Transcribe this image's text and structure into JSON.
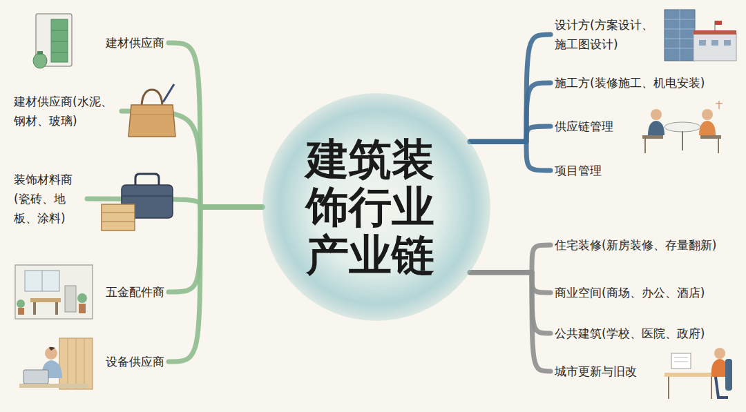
{
  "diagram": {
    "nodes": [
      {
        "text": [
          "建筑装饰行业产业链"
        ]
      },
      {
        "text": [
          "建材供应商"
        ]
      },
      {
        "text": [
          "建材供应商(水泥、钢材、玻璃)"
        ]
      },
      {
        "text": [
          "装饰材料商(瓷砖、地板、涂料)"
        ]
      },
      {
        "text": [
          "五金配件商"
        ]
      },
      {
        "text": [
          "设备供应商"
        ]
      },
      {
        "text": [
          "设计方(方案设计、施工图设计)"
        ]
      },
      {
        "text": [
          "施工方(装修施工、机电安装)"
        ]
      },
      {
        "text": [
          "供应链管理"
        ]
      },
      {
        "text": [
          "项目管理"
        ]
      },
      {
        "text": [
          "住宅装修(新房装修、存量翻新)"
        ]
      },
      {
        "text": [
          "商业空间(商场、办公、酒店)"
        ]
      },
      {
        "text": [
          "公共建筑(学校、医院、政府)"
        ]
      },
      {
        "text": [
          "城市更新与旧改"
        ]
      }
    ],
    "edges": [
      {
        "from": 0,
        "to": 1,
        "arrow": "none"
      },
      {
        "from": 0,
        "to": 2,
        "arrow": "none"
      },
      {
        "from": 0,
        "to": 3,
        "arrow": "none"
      },
      {
        "from": 0,
        "to": 4,
        "arrow": "none"
      },
      {
        "from": 0,
        "to": 5,
        "arrow": "none"
      },
      {
        "from": 0,
        "to": 6,
        "arrow": "none"
      },
      {
        "from": 0,
        "to": 7,
        "arrow": "none"
      },
      {
        "from": 0,
        "to": 8,
        "arrow": "none"
      },
      {
        "from": 0,
        "to": 9,
        "arrow": "none"
      },
      {
        "from": 0,
        "to": 10,
        "arrow": "none"
      },
      {
        "from": 0,
        "to": 11,
        "arrow": "none"
      },
      {
        "from": 0,
        "to": 12,
        "arrow": "none"
      },
      {
        "from": 0,
        "to": 13,
        "arrow": "none"
      }
    ]
  }
}
